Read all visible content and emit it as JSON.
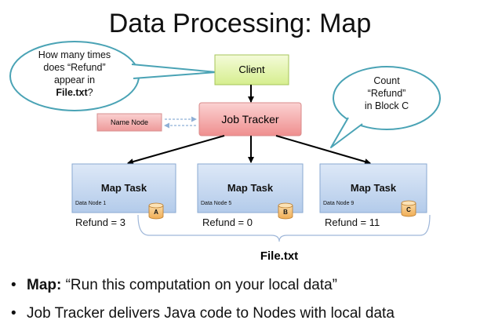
{
  "title": "Data Processing: Map",
  "client": {
    "label": "Client"
  },
  "job_tracker": {
    "label": "Job Tracker"
  },
  "name_node": {
    "label": "Name Node"
  },
  "question_bubble": {
    "line1": "How many times",
    "line2": "does “Refund”",
    "line3": "appear in",
    "line4_bold": "File.txt",
    "line4_rest": "?"
  },
  "count_bubble": {
    "line1": "Count",
    "line2": "“Refund”",
    "line3": "in Block C"
  },
  "map_tasks": [
    {
      "title": "Map Task",
      "node": "Data Node 1",
      "block": "A",
      "refund": "Refund = 3"
    },
    {
      "title": "Map Task",
      "node": "Data Node 5",
      "block": "B",
      "refund": "Refund = 0"
    },
    {
      "title": "Map Task",
      "node": "Data Node 9",
      "block": "C",
      "refund": "Refund = 11"
    }
  ],
  "file_label": "File.txt",
  "bullets": [
    {
      "bold": "Map:",
      "text": " “Run this computation on your local data”"
    },
    {
      "bold": "",
      "text": "Job Tracker delivers Java code to Nodes with local data"
    }
  ],
  "colors": {
    "client_fill": "#e6f5b8",
    "job_tracker_fill": "#f4a8a8",
    "name_node_fill": "#f3b2b2",
    "map_task_fill": "#c6d9f1",
    "bubble_stroke": "#4aa3b5",
    "disk_fill": "#f6c57c"
  }
}
